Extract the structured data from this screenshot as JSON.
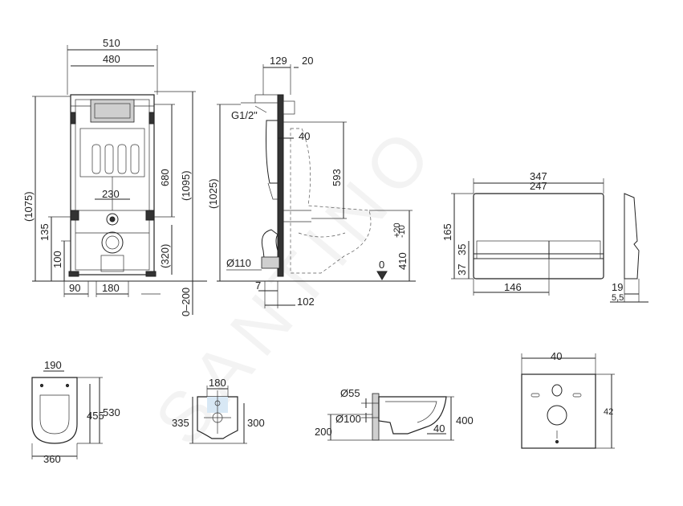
{
  "watermark": "SANTINO",
  "frame_front": {
    "width_outer": "510",
    "width_inner": "480",
    "height_total": "(1075)",
    "height_680": "680",
    "height_1095": "(1095)",
    "dist_230": "230",
    "dist_135": "135",
    "dist_100": "100",
    "dist_320": "(320)",
    "dist_90": "90",
    "dist_180": "180",
    "range_0_200": "0–200"
  },
  "frame_side": {
    "depth_129": "129",
    "depth_20": "20",
    "thread": "G1/2\"",
    "offset_40": "40",
    "height_593": "593",
    "height_1025": "(1025)",
    "pipe_110": "Ø110",
    "seat_410": "410",
    "tol_plus": "+20",
    "tol_minus": "-10",
    "floor_zero": "0",
    "dist_7": "7",
    "dist_102": "102"
  },
  "flush_plate": {
    "width_outer": "347",
    "width_inner": "247",
    "height": "165",
    "h_35": "35",
    "h_37": "37",
    "button_146": "146",
    "depth_19": "19",
    "depth_small": "5,5"
  },
  "toilet_top": {
    "width_190": "190",
    "length_455": "455",
    "length_530": "530",
    "width_360": "360"
  },
  "toilet_back": {
    "dist_180": "180",
    "height_335": "335",
    "height_300": "300"
  },
  "toilet_side": {
    "pipe_55": "Ø55",
    "pipe_100": "Ø100",
    "height_200": "200",
    "height_400": "400",
    "offset_40": "40"
  },
  "mat": {
    "width_40": "40",
    "height_42": "42"
  }
}
